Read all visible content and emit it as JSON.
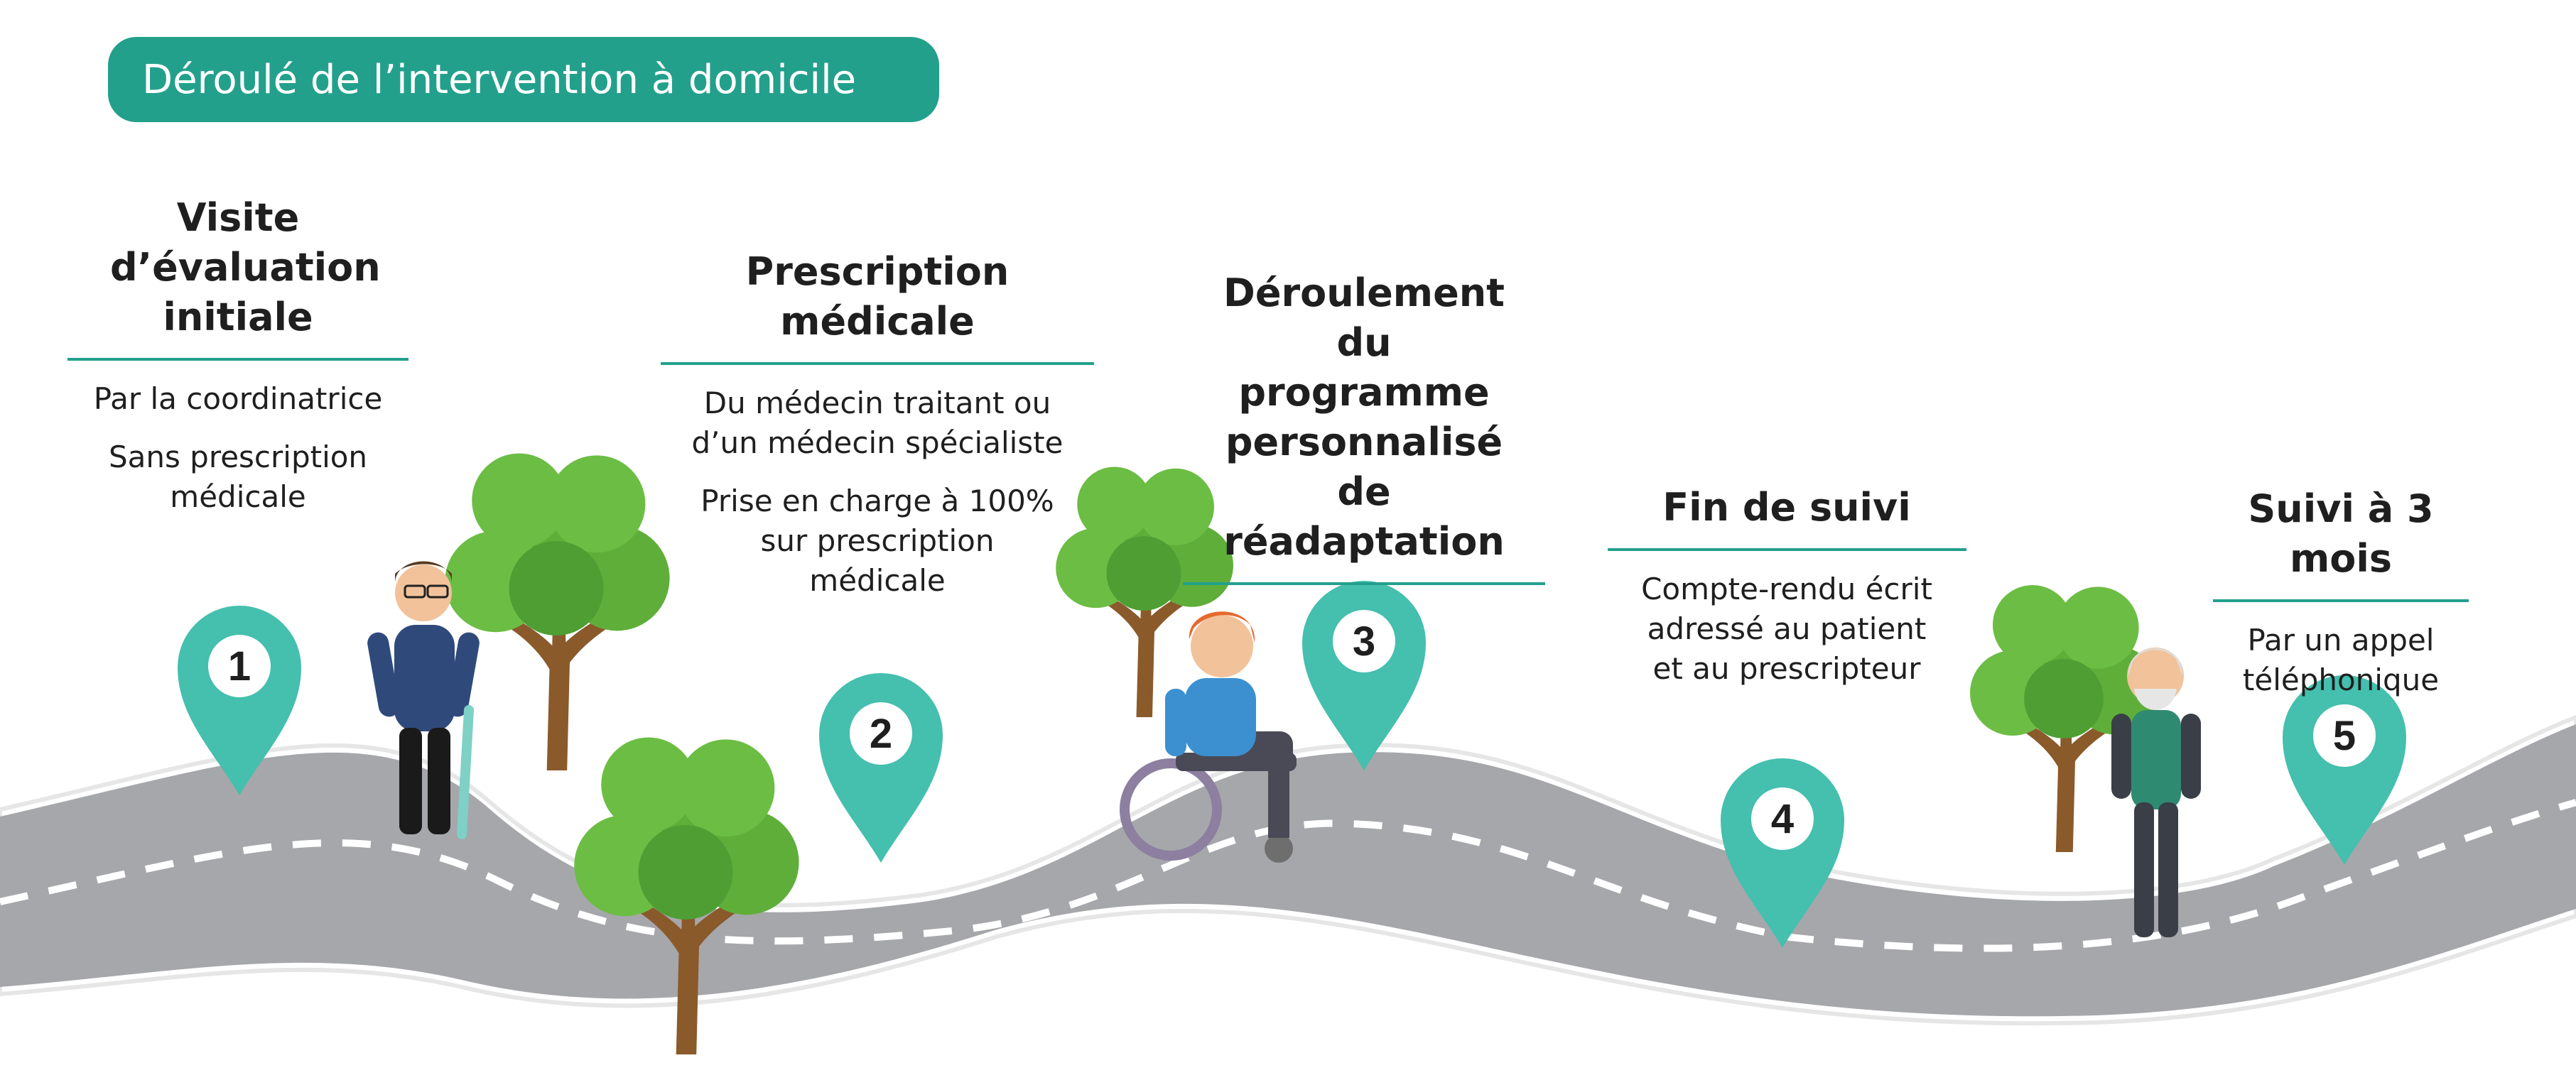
{
  "header": {
    "title": "Déroulé de l’intervention à domicile"
  },
  "colors": {
    "accent": "#23a08c",
    "pin": "#45bfae",
    "road": "#a6a7ab",
    "tree": "#5fae3a"
  },
  "steps": [
    {
      "number": "1",
      "heading": "Visite d’évaluation initiale",
      "descriptions": [
        "Par la coordinatrice",
        "Sans prescription médicale"
      ]
    },
    {
      "number": "2",
      "heading": "Prescription médicale",
      "descriptions": [
        "Du médecin traitant ou d’un médecin spécialiste",
        "Prise en charge à 100% sur prescription médicale"
      ]
    },
    {
      "number": "3",
      "heading": "Déroulement du programme personnalisé de réadaptation",
      "descriptions": []
    },
    {
      "number": "4",
      "heading": "Fin de suivi",
      "descriptions": [
        "Compte-rendu écrit adressé au patient et au prescripteur"
      ]
    },
    {
      "number": "5",
      "heading": "Suivi à 3 mois",
      "descriptions": [
        "Par un appel téléphonique"
      ]
    }
  ]
}
